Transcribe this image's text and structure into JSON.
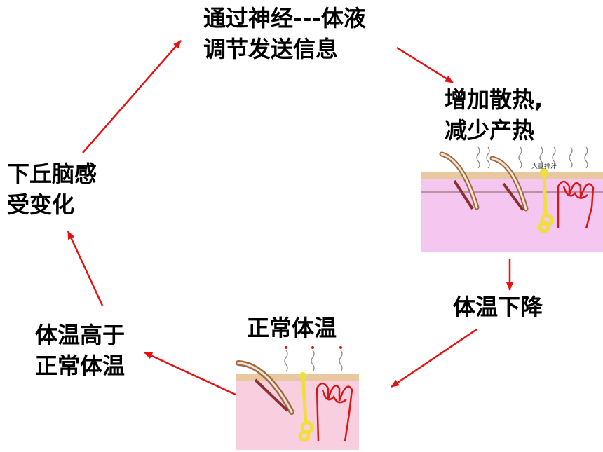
{
  "nodes": {
    "signal": {
      "line1": "通过神经---体液",
      "line2": "调节发送信息"
    },
    "heat_loss": {
      "line1": "增加散热,",
      "line2": "减少产热"
    },
    "temp_drop": {
      "line1": "体温下降"
    },
    "normal_temp": {
      "line1": "正常体温"
    },
    "temp_high": {
      "line1": "体温高于",
      "line2": "正常体温"
    },
    "hypothalamus": {
      "line1": "下丘脑感",
      "line2": "受变化"
    }
  },
  "images": {
    "sweating_skin": {
      "caption": "大量排汗"
    },
    "normal_skin": {}
  },
  "colors": {
    "arrow": "#e81010",
    "text": "#000000",
    "dermis_light": "#f5c6ef",
    "dermis_normal": "#f9cfe0",
    "epidermis": "#e9c79f",
    "sweat_gland": "#f0df3a",
    "blood_vessel": "#d81818",
    "hair": "#9c6a45",
    "heat_wave": "#8a8a8a"
  }
}
